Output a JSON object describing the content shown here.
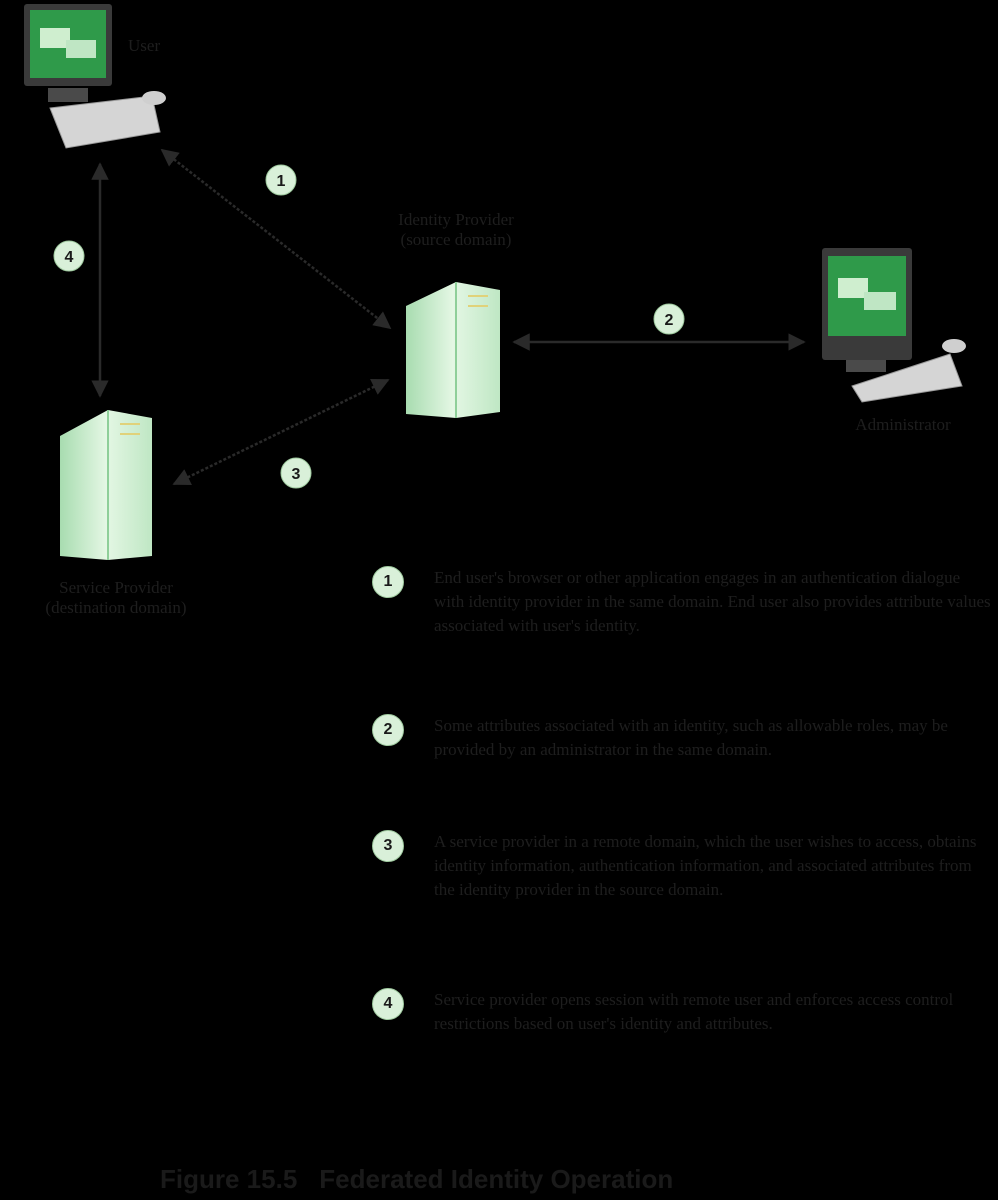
{
  "nodes": {
    "user": "User",
    "identity_provider": [
      "Identity Provider",
      "(source domain)"
    ],
    "administrator": "Administrator",
    "service_provider": [
      "Service Provider",
      "(destination domain)"
    ]
  },
  "steps": [
    "1",
    "2",
    "3",
    "4"
  ],
  "legend": [
    {
      "num": "1",
      "text": "End user's browser or other application engages in an authentication dialogue with identity provider in the same domain. End user also provides attribute values associated with user's identity."
    },
    {
      "num": "2",
      "text": "Some attributes associated with an identity, such as allowable roles, may be provided by an administrator in the same domain."
    },
    {
      "num": "3",
      "text": "A service provider in a remote domain, which the user wishes to access, obtains identity information, authentication information, and associated attributes from the identity provider in the source domain."
    },
    {
      "num": "4",
      "text": "Service provider opens session with remote user and enforces access control restrictions based on user's identity and attributes."
    }
  ],
  "caption": {
    "figure": "Figure 15.5",
    "title": "Federated Identity Operation"
  },
  "colors": {
    "background": "#000000",
    "screen": "#2f9a4a",
    "server": "#cfeecf",
    "badge": "#d9f0d9"
  }
}
